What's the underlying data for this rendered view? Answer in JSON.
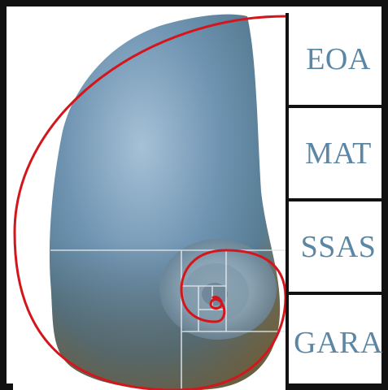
{
  "labels": [
    "EOA",
    "MAT",
    "SSAS",
    "GARA"
  ],
  "colors": {
    "frame": "#111111",
    "label_text": "#5b86a4",
    "spiral": "#d4161c",
    "grid": "#dfe5ea",
    "shell_light": "#9ab8d0",
    "shell_mid": "#5f87a6",
    "shell_dark": "#6d6548"
  },
  "illustration": {
    "subject": "nautilus-shell",
    "overlay": "golden-spiral",
    "grid_overlay": "golden-rectangles"
  }
}
